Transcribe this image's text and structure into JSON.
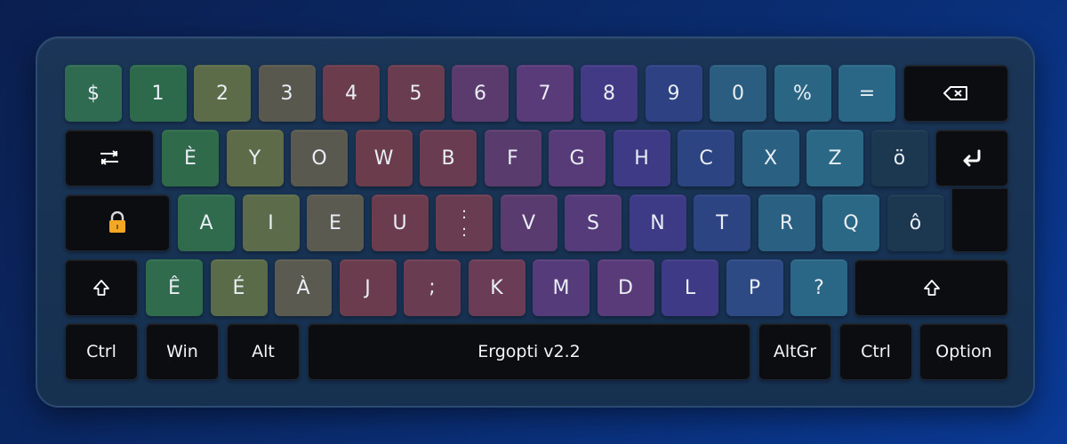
{
  "keyboard": {
    "name": "Ergopti v2.2",
    "row1": {
      "keys": [
        "$",
        "1",
        "2",
        "3",
        "4",
        "5",
        "6",
        "7",
        "8",
        "9",
        "0",
        "%",
        "="
      ],
      "colors": [
        "#2f6b51",
        "#2d6a4c",
        "#5c6b48",
        "#59584e",
        "#6a3c4c",
        "#6a3c50",
        "#5b3a6e",
        "#5a3b7a",
        "#433a86",
        "#2e4182",
        "#2a5d80",
        "#2a6683",
        "#2a6786"
      ],
      "backspace_icon": "backspace-icon"
    },
    "row2": {
      "tab_icon": "tab-icon",
      "keys": [
        "È",
        "Y",
        "O",
        "W",
        "B",
        "F",
        "G",
        "H",
        "C",
        "X",
        "Z",
        "ö"
      ],
      "colors": [
        "#2f6b4a",
        "#5e6b49",
        "#595950",
        "#6a3c4c",
        "#6a3c51",
        "#5a3b6e",
        "#573b79",
        "#3e3a86",
        "#2d4482",
        "#2a6081",
        "#2a6885",
        "#1c3750"
      ],
      "enter_icon": "enter-icon"
    },
    "row3": {
      "lock_icon": "lock-icon",
      "keys": [
        "A",
        "I",
        "E",
        "U",
        "⋮",
        "V",
        "S",
        "N",
        "T",
        "R",
        "Q",
        "ô"
      ],
      "colors": [
        "#2f6b4c",
        "#5c6b49",
        "#5a5a51",
        "#6b3c4d",
        "#6a3c52",
        "#5a3b6f",
        "#553b79",
        "#3d3a86",
        "#2d4483",
        "#2a6081",
        "#2a6885",
        "#1c3750"
      ],
      "colon_top": ":",
      "colon_label": ":"
    },
    "row4": {
      "shift_left_icon": "shift-icon",
      "keys": [
        "Ê",
        "É",
        "À",
        "J",
        ";",
        "K",
        "M",
        "D",
        "L",
        "P",
        "?"
      ],
      "colors": [
        "#2f6b4c",
        "#596b49",
        "#5a5a51",
        "#6b3c4d",
        "#6a3c52",
        "#6a3c55",
        "#553b79",
        "#5a3b7a",
        "#3f3a86",
        "#2d4a84",
        "#2a6685"
      ],
      "shift_right_icon": "shift-icon"
    },
    "row5": {
      "ctrl_left": "Ctrl",
      "win": "Win",
      "alt": "Alt",
      "space": "Ergopti v2.2",
      "altgr": "AltGr",
      "ctrl_right": "Ctrl",
      "option": "Option"
    }
  }
}
